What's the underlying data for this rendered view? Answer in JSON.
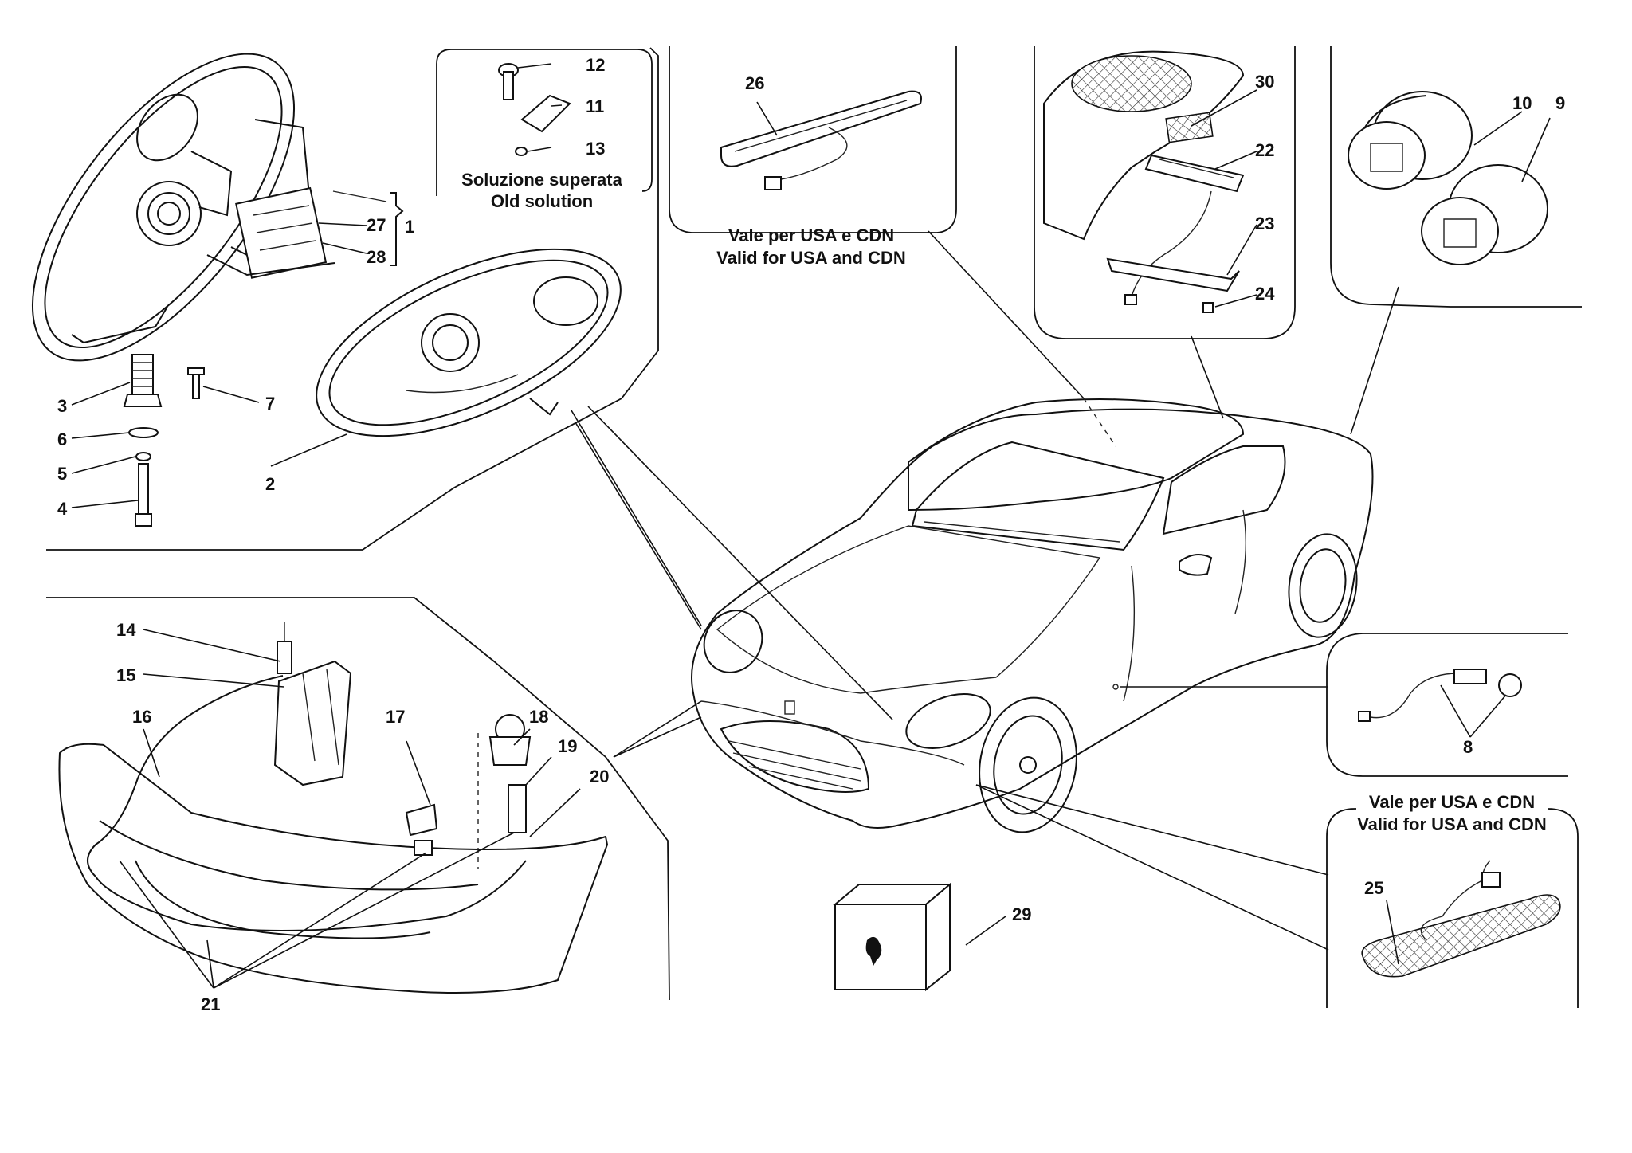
{
  "captions": {
    "old_solution_it": "Soluzione superata",
    "old_solution_en": "Old solution",
    "usa_cdn_top_it": "Vale per USA e CDN",
    "usa_cdn_top_en": "Valid for USA and CDN",
    "usa_cdn_bottom_it": "Vale per USA e CDN",
    "usa_cdn_bottom_en": "Valid for USA and CDN"
  },
  "callouts": {
    "n1": "1",
    "n2": "2",
    "n3": "3",
    "n4": "4",
    "n5": "5",
    "n6": "6",
    "n7": "7",
    "n8": "8",
    "n9": "9",
    "n10": "10",
    "n11": "11",
    "n12": "12",
    "n13": "13",
    "n14": "14",
    "n15": "15",
    "n16": "16",
    "n17": "17",
    "n18": "18",
    "n19": "19",
    "n20": "20",
    "n21": "21",
    "n22": "22",
    "n23": "23",
    "n24": "24",
    "n25": "25",
    "n26": "26",
    "n27": "27",
    "n28": "28",
    "n29": "29",
    "n30": "30"
  }
}
